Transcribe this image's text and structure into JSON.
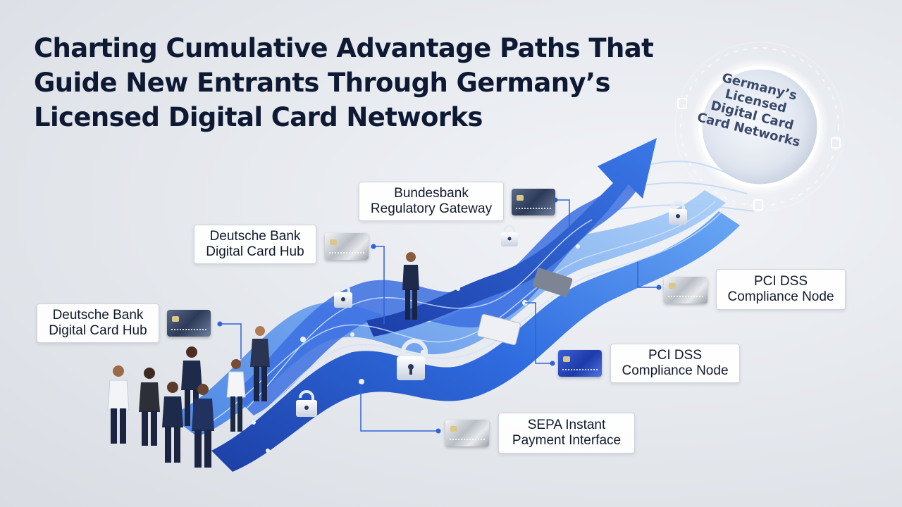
{
  "title_lines": [
    "Charting Cumulative Advantage Paths That",
    "Guide New Entrants Through Germany’s",
    "Licensed Digital Card Networks"
  ],
  "goal_lines": [
    "Germany’s",
    "Licensed",
    "Digital Card",
    "Card Networks"
  ],
  "labels": {
    "bundesbank": [
      "Bundesbank",
      "Regulatory Gateway"
    ],
    "deutsche_upper": [
      "Deutsche Bank",
      "Digital Card Hub"
    ],
    "deutsche_lower": [
      "Deutsche Bank",
      "Digital Card Hub"
    ],
    "pci_upper": [
      "PCI DSS",
      "Compliance Node"
    ],
    "pci_lower": [
      "PCI DSS",
      "Compliance Node"
    ],
    "sepa": [
      "SEPA Instant",
      "Payment Interface"
    ]
  },
  "colors": {
    "accent_blue": "#2a5bd7",
    "navy": "#1f2c4d",
    "title": "#0e1a33",
    "path_light": "#7fb2f0"
  },
  "icons": [
    "padlock-icon",
    "payment-card-icon",
    "arrow-up-icon",
    "person-icon"
  ]
}
